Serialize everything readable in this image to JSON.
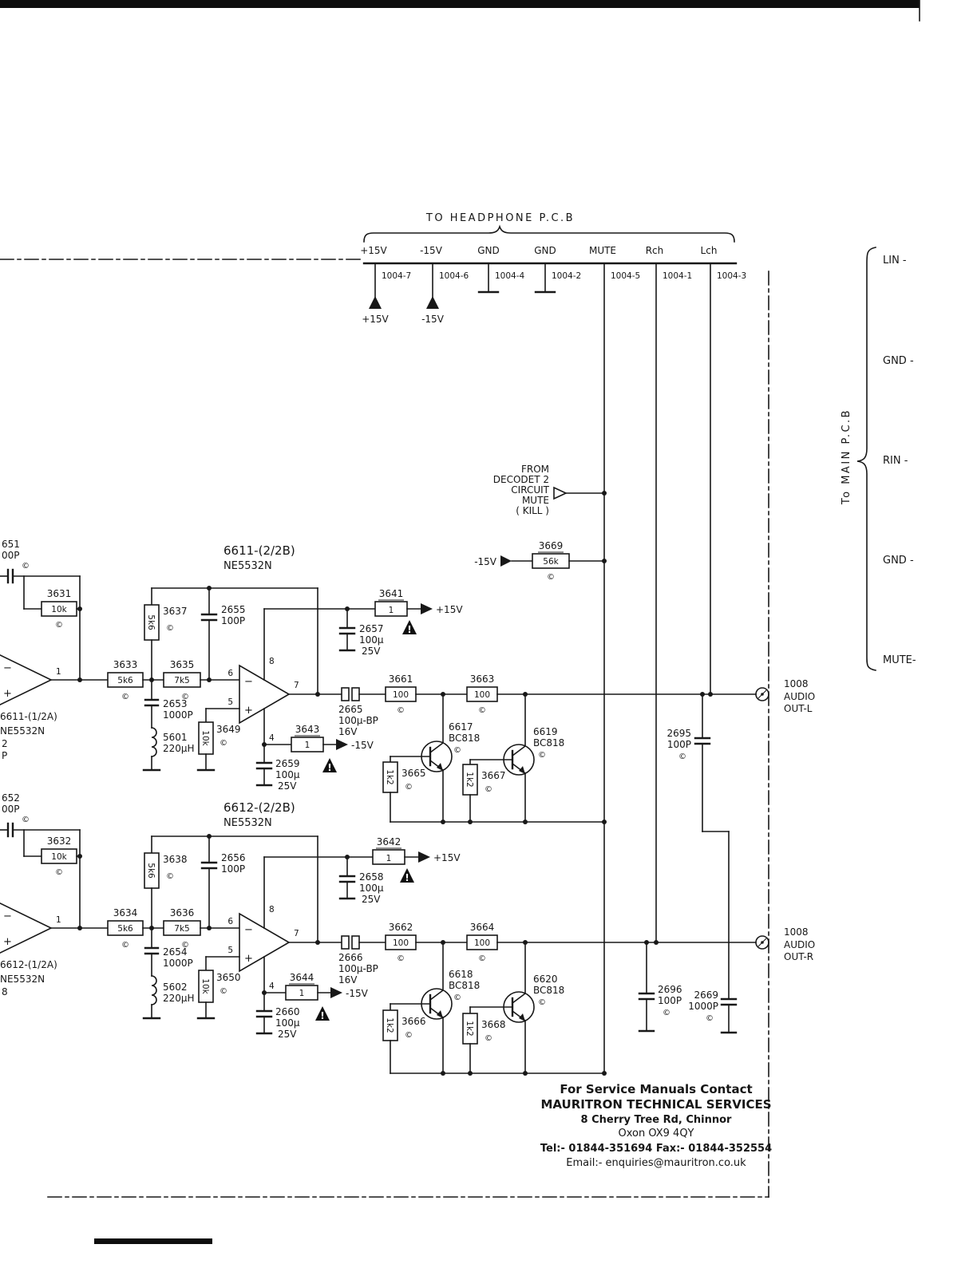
{
  "header": {
    "title": "TO HEADPHONE P.C.B",
    "pins": [
      {
        "name": "+15V",
        "num": "1004-7"
      },
      {
        "name": "-15V",
        "num": "1004-6"
      },
      {
        "name": "GND",
        "num": "1004-4"
      },
      {
        "name": "GND",
        "num": "1004-2"
      },
      {
        "name": "MUTE",
        "num": "1004-5"
      },
      {
        "name": "Rch",
        "num": "1004-1"
      },
      {
        "name": "Lch",
        "num": "1004-3"
      }
    ]
  },
  "main_pcb": {
    "title": "To MAIN P.C.B",
    "rows": [
      "LIN -",
      "GND -",
      "RIN -",
      "GND -",
      "MUTE-"
    ]
  },
  "mute_note": {
    "lines": [
      "FROM",
      "DECODET 2",
      "CIRCUIT",
      "MUTE",
      "( KILL )"
    ]
  },
  "sym": {
    "p15": "+15V",
    "m15": "-15V",
    "c": "©",
    "minus": "−",
    "plus": "+",
    "p1": "1",
    "p4": "4",
    "p5": "5",
    "p6": "6",
    "p7": "7",
    "p8": "8",
    "warn": "!"
  },
  "ic": {
    "u6611a": {
      "ref": "6611-(1/2A)",
      "part": "NE5532N"
    },
    "u6611b": {
      "ref": "6611-(2/2B)",
      "part": "NE5532N"
    },
    "u6612a": {
      "ref": "6612-(1/2A)",
      "part": "NE5532N"
    },
    "u6612b": {
      "ref": "6612-(2/2B)",
      "part": "NE5532N"
    }
  },
  "frag": {
    "a": "651",
    "av": "00P",
    "b": "652",
    "bv": "00P",
    "c1": "2",
    "c2": "P",
    "d": "8"
  },
  "parts": {
    "r3631": {
      "ref": "3631",
      "val": "10k"
    },
    "r3632": {
      "ref": "3632",
      "val": "10k"
    },
    "r3633": {
      "ref": "3633",
      "val": "5k6"
    },
    "r3634": {
      "ref": "3634",
      "val": "5k6"
    },
    "r3635": {
      "ref": "3635",
      "val": "7k5"
    },
    "r3636": {
      "ref": "3636",
      "val": "7k5"
    },
    "r3637": {
      "ref": "3637",
      "val": "5k6"
    },
    "r3638": {
      "ref": "3638",
      "val": "5k6"
    },
    "r3641": {
      "ref": "3641",
      "val": "1"
    },
    "r3642": {
      "ref": "3642",
      "val": "1"
    },
    "r3643": {
      "ref": "3643",
      "val": "1"
    },
    "r3644": {
      "ref": "3644",
      "val": "1"
    },
    "r3649": {
      "ref": "3649",
      "val": "10k"
    },
    "r3650": {
      "ref": "3650",
      "val": "10k"
    },
    "r3661": {
      "ref": "3661",
      "val": "100"
    },
    "r3662": {
      "ref": "3662",
      "val": "100"
    },
    "r3663": {
      "ref": "3663",
      "val": "100"
    },
    "r3664": {
      "ref": "3664",
      "val": "100"
    },
    "r3665": {
      "ref": "3665",
      "val": "1k2"
    },
    "r3666": {
      "ref": "3666",
      "val": "1k2"
    },
    "r3667": {
      "ref": "3667",
      "val": "1k2"
    },
    "r3668": {
      "ref": "3668",
      "val": "1k2"
    },
    "r3669": {
      "ref": "3669",
      "val": "56k"
    },
    "c2653": {
      "ref": "2653",
      "val": "1000P"
    },
    "c2654": {
      "ref": "2654",
      "val": "1000P"
    },
    "c2655": {
      "ref": "2655",
      "val": "100P"
    },
    "c2656": {
      "ref": "2656",
      "val": "100P"
    },
    "c2657": {
      "ref": "2657",
      "val": "100µ",
      "v2": "25V"
    },
    "c2658": {
      "ref": "2658",
      "val": "100µ",
      "v2": "25V"
    },
    "c2659": {
      "ref": "2659",
      "val": "100µ",
      "v2": "25V"
    },
    "c2660": {
      "ref": "2660",
      "val": "100µ",
      "v2": "25V"
    },
    "c2665": {
      "ref": "2665",
      "val": "100µ-BP",
      "v2": "16V"
    },
    "c2666": {
      "ref": "2666",
      "val": "100µ-BP",
      "v2": "16V"
    },
    "c2669": {
      "ref": "2669",
      "val": "1000P"
    },
    "c2695": {
      "ref": "2695",
      "val": "100P"
    },
    "c2696": {
      "ref": "2696",
      "val": "100P"
    },
    "l5601": {
      "ref": "5601",
      "val": "220µH"
    },
    "l5602": {
      "ref": "5602",
      "val": "220µH"
    },
    "q6617": {
      "ref": "6617",
      "val": "BC818"
    },
    "q6618": {
      "ref": "6618",
      "val": "BC818"
    },
    "q6619": {
      "ref": "6619",
      "val": "BC818"
    },
    "q6620": {
      "ref": "6620",
      "val": "BC818"
    }
  },
  "out_l": {
    "id": "1008",
    "l1": "AUDIO",
    "l2": "OUT-L"
  },
  "out_r": {
    "id": "1008",
    "l1": "AUDIO",
    "l2": "OUT-R"
  },
  "contact": {
    "lines": [
      "For Service Manuals Contact",
      "MAURITRON TECHNICAL SERVICES",
      "8 Cherry Tree Rd, Chinnor",
      "Oxon OX9 4QY",
      "Tel:- 01844-351694 Fax:- 01844-352554",
      "Email:- enquiries@mauritron.co.uk"
    ]
  }
}
